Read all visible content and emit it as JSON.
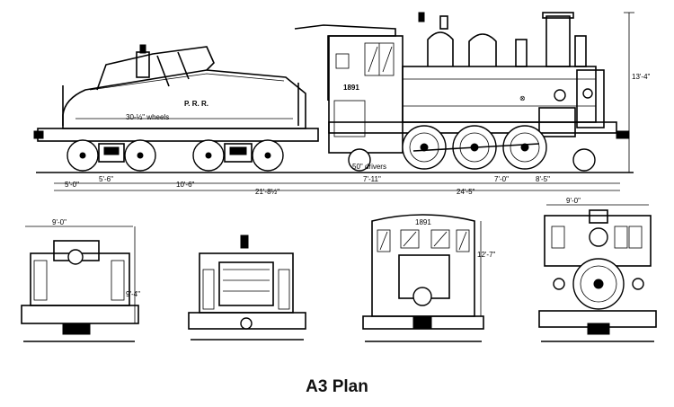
{
  "caption": "A3 Plan",
  "side_view": {
    "tender_lettering": "P.   R.   R.",
    "cab_number": "1891",
    "wheel_note_tender": "30-½\" wheels",
    "wheel_note_engine": "50\" drivers",
    "height_dim": "13'-4\"",
    "dims_bottom_row1": [
      "5'-0\"",
      "5'-6\"",
      "10'-6\"",
      "7'-11\"",
      "7'-0\"",
      "8'-5\""
    ],
    "dims_bottom_row2": [
      "21'-8½\"",
      "24'-5\""
    ]
  },
  "front_views": {
    "view1_width": "9'-0\"",
    "view1_height": "9'-4\"",
    "view3_height": "12'-7\"",
    "view3_number": "1891",
    "view4_width": "9'-0\""
  }
}
